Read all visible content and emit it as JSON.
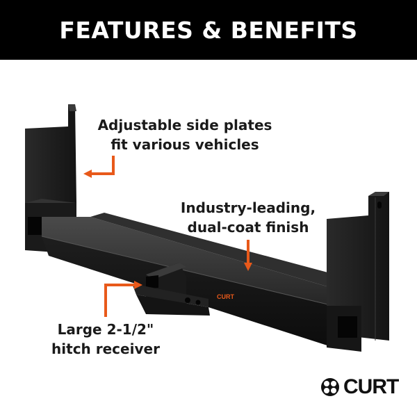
{
  "banner": {
    "title": "FEATURES & BENEFITS",
    "background": "#000000",
    "color": "#ffffff"
  },
  "callouts": {
    "side_plates": {
      "line1": "Adjustable side plates",
      "line2": "fit various vehicles"
    },
    "finish": {
      "line1": "Industry-leading,",
      "line2": "dual-coat finish"
    },
    "receiver": {
      "line1": "Large 2-1/2\"",
      "line2": "hitch receiver"
    }
  },
  "arrow_color": "#e8591a",
  "product_label": "CURT",
  "logo": {
    "text": "CURT",
    "icon": "curt-logo-icon"
  }
}
